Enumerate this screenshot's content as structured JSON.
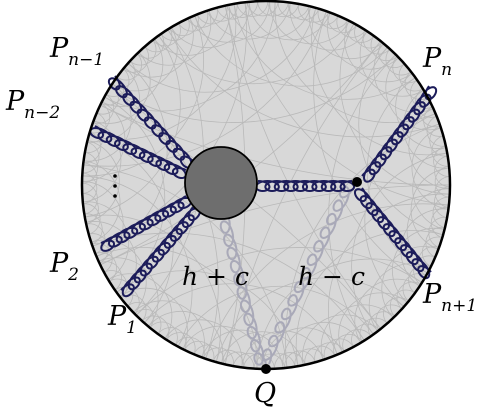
{
  "labels": {
    "p_n_minus_1": {
      "base": "P",
      "sub": "n−1"
    },
    "p_n_minus_2": {
      "base": "P",
      "sub": "n−2"
    },
    "p_n": {
      "base": "P",
      "sub": "n"
    },
    "p_n_plus_1": {
      "base": "P",
      "sub": "n+1"
    },
    "p_2": {
      "base": "P",
      "sub": "2"
    },
    "p_1": {
      "base": "P",
      "sub": "1"
    },
    "q": "Q",
    "h_plus_c": "h + c",
    "h_minus_c": "h − c"
  },
  "colors": {
    "disk_fill": "#d8d8d8",
    "tessellation": "#b9b9b9",
    "boundary": "#000000",
    "gluon": "#1c1c5a",
    "gluon_faded": "#a9a9b8",
    "blob": "#6e6e6e",
    "vertex": "#000000"
  },
  "icons": {
    "ellipsis": "vertical-dots"
  }
}
